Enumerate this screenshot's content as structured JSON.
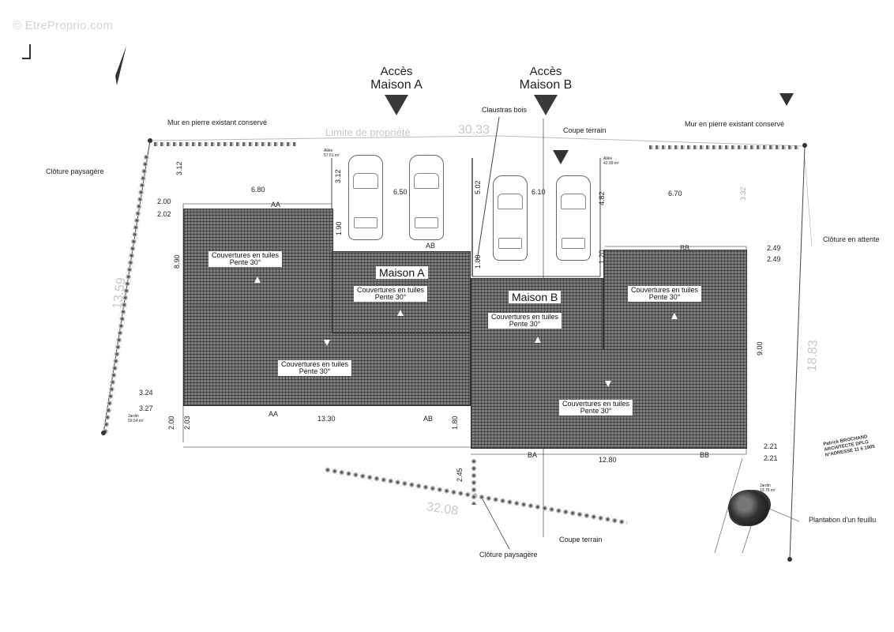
{
  "watermark": "© EtreProprio.com",
  "access": {
    "a_line1": "Accès",
    "a_line2": "Maison A",
    "b_line1": "Accès",
    "b_line2": "Maison B"
  },
  "labels": {
    "mur_left": "Mur en pierre existant conservé",
    "mur_right": "Mur en pierre existant conservé",
    "claustras": "Claustras bois",
    "coupe_top": "Coupe terrain",
    "coupe_bottom": "Coupe terrain",
    "cloture_left": "Clôture paysagère",
    "cloture_bottom": "Clôture paysagère",
    "cloture_attente": "Clôture en attente",
    "plantation": "Plantation d'un feuillu",
    "limite": "Limite de propriété",
    "allee_a": "Allée",
    "allee_a_area": "57.51 m²",
    "allee_b": "Allée",
    "allee_b_area": "42.99 m²",
    "jardin_a": "Jardin",
    "jardin_a_area": "59.54 m²",
    "jardin_b": "Jardin",
    "jardin_b_area": "13.75 m²",
    "signature": [
      "Patrick BROCHAND",
      "ARCHITECTE DPLG",
      "N°ADRESSE 11 6 1905"
    ]
  },
  "houses": {
    "a_name": "Maison A",
    "b_name": "Maison B"
  },
  "roofs": {
    "line1": "Couvertures en tuiles",
    "line2": "Pente 30°"
  },
  "dims": {
    "d_13_59": "13.59",
    "d_18_83": "18.83",
    "d_32_08": "32.08",
    "d_30_33": "30.33",
    "d_6_80": "6.80",
    "d_6_50": "6.50",
    "d_6_10": "6.10",
    "d_6_70": "6.70",
    "d_13_30": "13.30",
    "d_12_80": "12.80",
    "d_3_12a": "3.12",
    "d_3_12b": "3.12",
    "d_2_00a": "2.00",
    "d_2_02": "2.02",
    "d_8_90": "8.90",
    "d_1_90": "1.90",
    "d_5_02": "5.02",
    "d_1_00": "1.00",
    "d_4_82": "4.82",
    "d_1_20": "1.20",
    "d_2_49a": "2.49",
    "d_2_49b": "2.49",
    "d_9_00": "9.00",
    "d_3_24": "3.24",
    "d_3_27": "3.27",
    "d_2_00b": "2.00",
    "d_2_03": "2.03",
    "d_1_80": "1.80",
    "d_2_21a": "2.21",
    "d_2_21b": "2.21",
    "d_2_45": "2.45",
    "d_3_32": "3.32"
  },
  "section_marks": {
    "aa": "AA",
    "ab": "AB",
    "ba": "BA",
    "bb": "BB"
  }
}
